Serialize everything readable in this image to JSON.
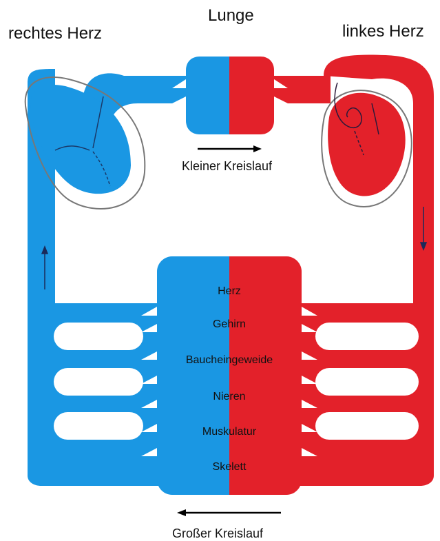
{
  "labels": {
    "right_heart": "rechtes Herz",
    "lung": "Lunge",
    "left_heart": "linkes Herz",
    "small_circulation": "Kleiner Kreislauf",
    "large_circulation": "Großer Kreislauf"
  },
  "organs": [
    {
      "label": "Herz"
    },
    {
      "label": "Gehirn"
    },
    {
      "label": "Baucheingeweide"
    },
    {
      "label": "Nieren"
    },
    {
      "label": "Muskulatur"
    },
    {
      "label": "Skelett"
    }
  ],
  "colors": {
    "venous_blue": "#1a97e3",
    "arterial_red": "#e3212a",
    "outline": "#777777",
    "arrow": "#000000"
  }
}
